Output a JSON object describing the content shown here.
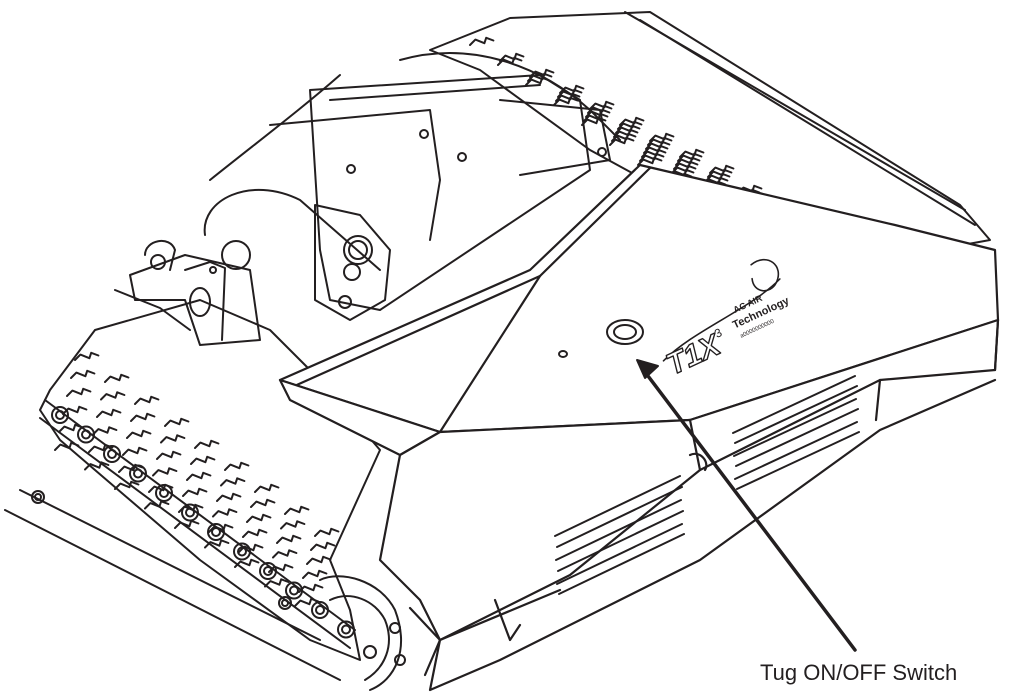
{
  "callout": {
    "label": "Tug ON/OFF Switch",
    "target_part": "switch-button"
  },
  "logo": {
    "model": "T1X",
    "superscript": "3",
    "tagline_1": "AC AIR",
    "tagline_2": "Technology",
    "tagline_3": "a0000000000"
  },
  "colors": {
    "line": "#231f20",
    "background": "#ffffff"
  }
}
